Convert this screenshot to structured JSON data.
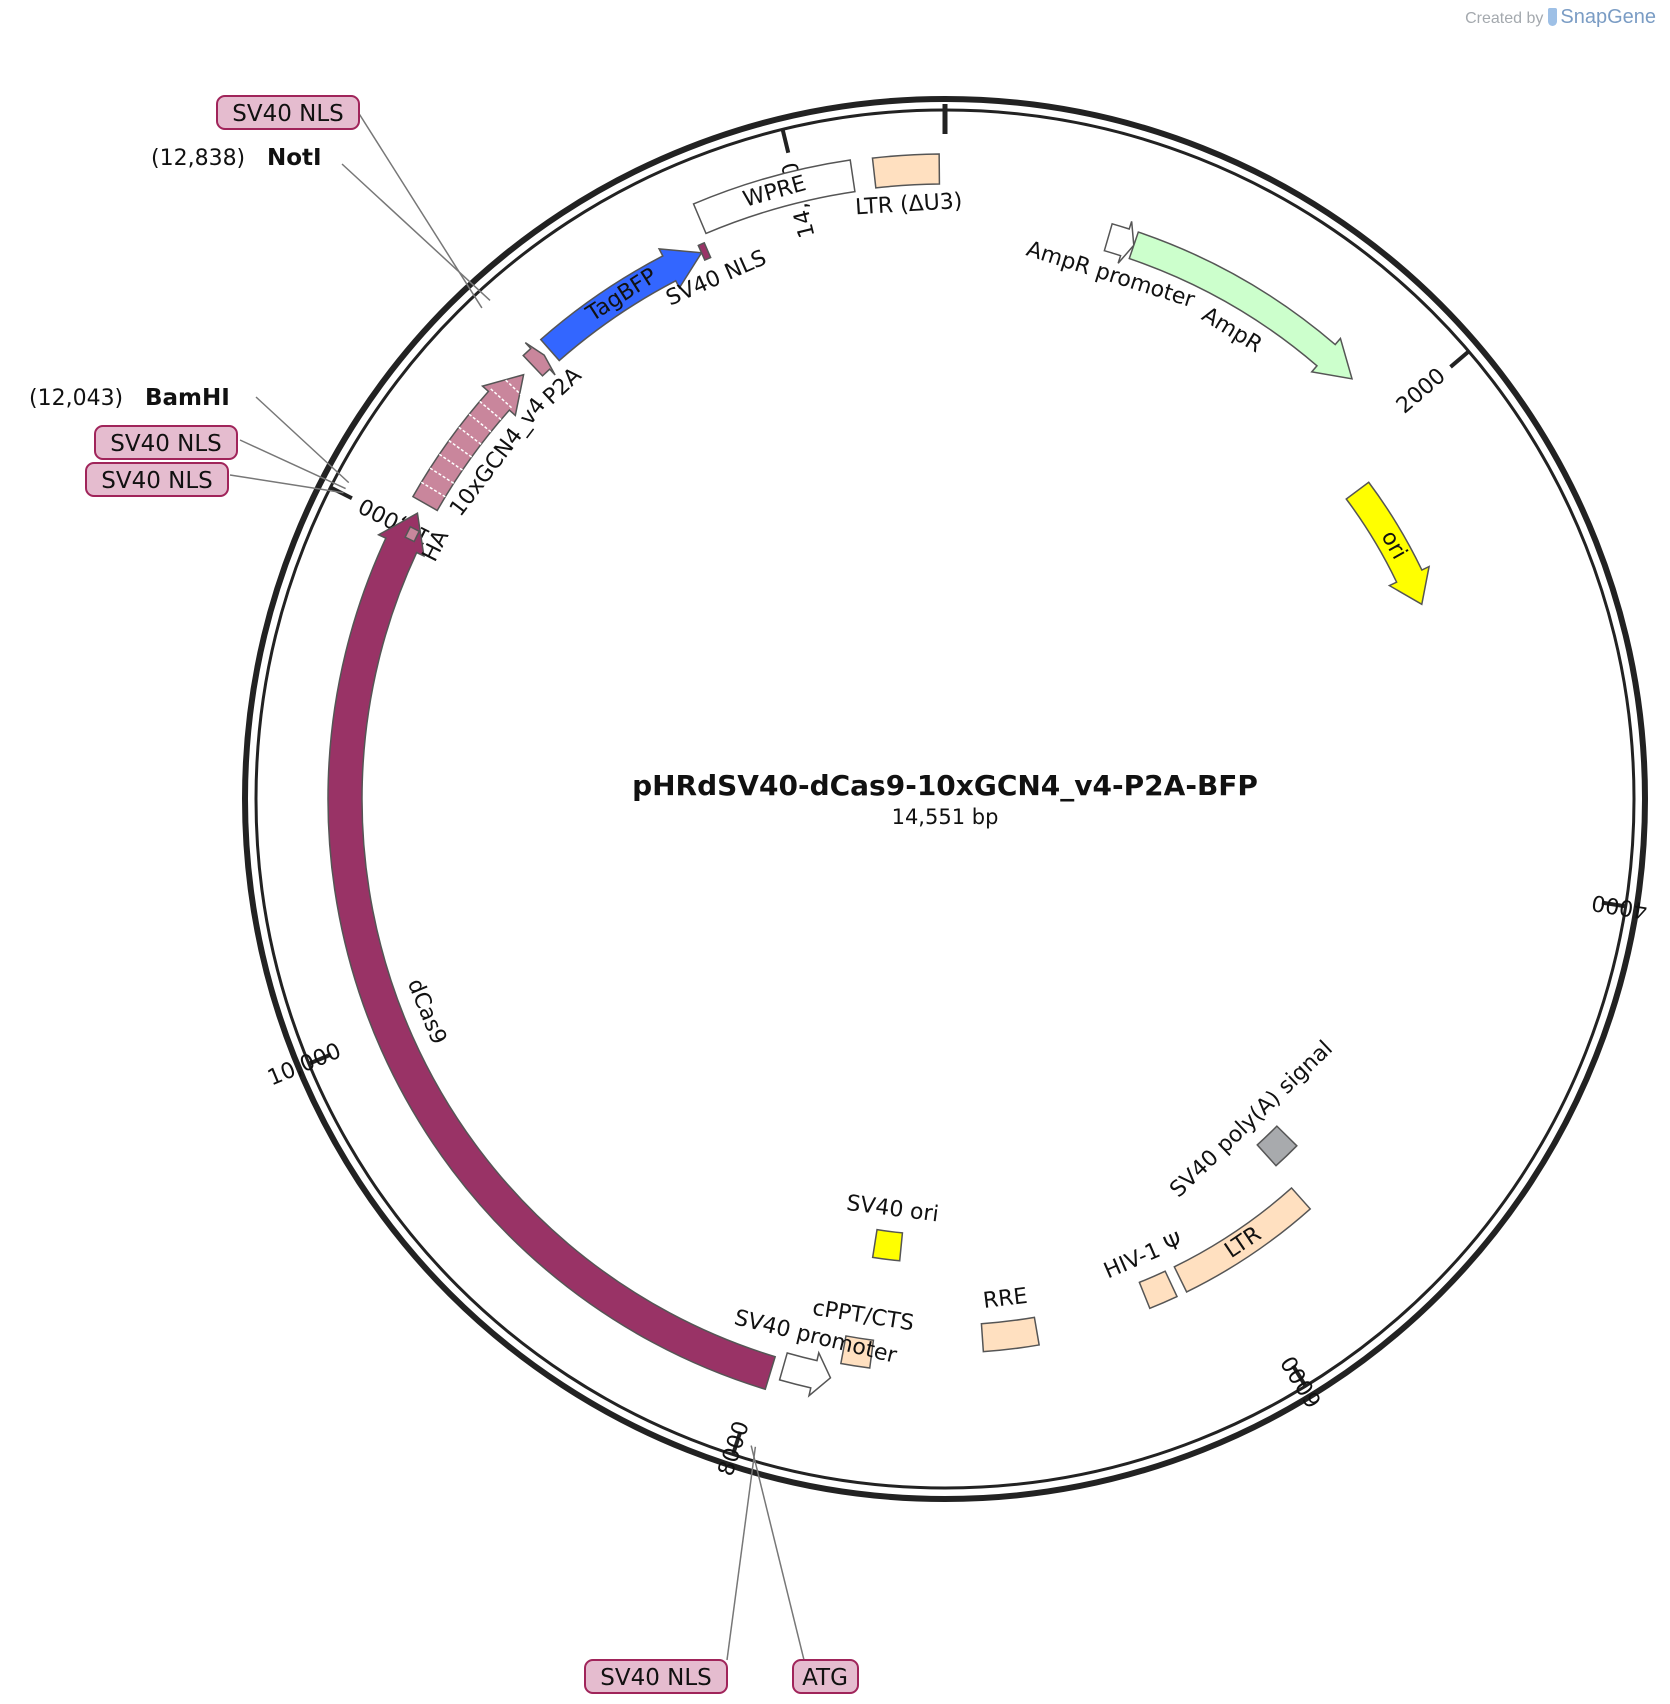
{
  "app": {
    "credit_prefix": "Created by",
    "credit_brand": "SnapGene"
  },
  "plasmid": {
    "name": "pHRdSV40-dCas9-10xGCN4_v4-P2A-BFP",
    "length_label": "14,551 bp",
    "length_bp": 14551
  },
  "ticks": [
    {
      "bp": 2000,
      "label": "2000"
    },
    {
      "bp": 4000,
      "label": "4000"
    },
    {
      "bp": 6000,
      "label": "6000"
    },
    {
      "bp": 8000,
      "label": "8000"
    },
    {
      "bp": 10000,
      "label": "10,000"
    },
    {
      "bp": 12000,
      "label": "12,000"
    },
    {
      "bp": 14000,
      "label": "14,000"
    }
  ],
  "features": [
    {
      "name": "AmpR promoter",
      "type": "promoter",
      "start": 655,
      "end": 761,
      "strand": 1,
      "color": "#ffffff",
      "label_inside": false
    },
    {
      "name": "AmpR",
      "type": "cds",
      "start": 761,
      "end": 1782,
      "strand": 1,
      "color": "#ccffcc",
      "label_inside": false
    },
    {
      "name": "ori",
      "type": "rep_origin",
      "start": 2151,
      "end": 2740,
      "strand": 1,
      "color": "#ffff00",
      "label_inside": true
    },
    {
      "name": "SV40 poly(A) signal",
      "type": "polyA",
      "start": 5440,
      "end": 5575,
      "strand": 0,
      "color": "#a8aaad",
      "label_inside": false
    },
    {
      "name": "LTR",
      "type": "LTR",
      "start": 5590,
      "end": 6220,
      "strand": 0,
      "color": "#ffe0c0",
      "label_inside": true
    },
    {
      "name": "HIV-1 Ψ",
      "type": "misc",
      "start": 6265,
      "end": 6390,
      "strand": 0,
      "color": "#ffe0c0",
      "label_inside": false
    },
    {
      "name": "RRE",
      "type": "misc",
      "start": 6880,
      "end": 7115,
      "strand": 0,
      "color": "#ffe0c0",
      "label_inside": false
    },
    {
      "name": "cPPT/CTS",
      "type": "misc",
      "start": 7580,
      "end": 7698,
      "strand": 0,
      "color": "#ffe0c0",
      "label_inside": false
    },
    {
      "name": "SV40 ori",
      "type": "rep_origin",
      "start": 7502,
      "end": 7638,
      "strand": 0,
      "color": "#ffff00",
      "label_inside": false
    },
    {
      "name": "SV40 promoter",
      "type": "promoter",
      "start": 7728,
      "end": 7918,
      "strand": -1,
      "color": "#ffffff",
      "label_inside": false
    },
    {
      "name": "dCas9",
      "type": "cds",
      "start": 7960,
      "end": 12063,
      "strand": 1,
      "color": "#993366",
      "label_inside": false
    },
    {
      "name": "HA",
      "type": "tag",
      "start": 11959,
      "end": 12004,
      "strand": 0,
      "color": "#c9869c",
      "label_inside": false
    },
    {
      "name": "10xGCN4_v4",
      "type": "tag",
      "start": 12110,
      "end": 12740,
      "strand": 1,
      "color": "#c9869c",
      "label_inside": false
    },
    {
      "name": "P2A",
      "type": "misc",
      "start": 12790,
      "end": 12850,
      "strand": 1,
      "color": "#c9869c",
      "label_inside": false
    },
    {
      "name": "TagBFP",
      "type": "cds",
      "start": 12880,
      "end": 13580,
      "strand": 1,
      "color": "#3366ff",
      "label_inside": true
    },
    {
      "name": "SV40 NLS",
      "type": "nls",
      "start": 13580,
      "end": 13605,
      "strand": 0,
      "color": "#993366",
      "label_inside": false
    },
    {
      "name": "WPRE",
      "type": "misc",
      "start": 13625,
      "end": 14210,
      "strand": 0,
      "color": "#ffffff",
      "label_inside": true
    },
    {
      "name": "LTR (ΔU3)",
      "type": "LTR",
      "start": 14290,
      "end": 14530,
      "strand": 0,
      "color": "#ffe0c0",
      "label_inside": false
    }
  ],
  "callouts": [
    {
      "text": "SV40 NLS",
      "kind": "feature",
      "bp": 12800
    },
    {
      "text": "NotI",
      "kind": "site",
      "position_label": "(12,838)",
      "bp": 12838
    },
    {
      "text": "BamHI",
      "kind": "site",
      "position_label": "(12,043)",
      "bp": 12043
    },
    {
      "text": "SV40 NLS",
      "kind": "feature",
      "bp": 12020
    },
    {
      "text": "SV40 NLS",
      "kind": "feature",
      "bp": 12004
    },
    {
      "text": "SV40 NLS",
      "kind": "feature",
      "bp": 7935
    },
    {
      "text": "ATG",
      "kind": "feature",
      "bp": 7950
    }
  ],
  "colors": {
    "backbone": "#222222",
    "nls_fill": "#e5bccf",
    "nls_stroke": "#a0245a"
  }
}
